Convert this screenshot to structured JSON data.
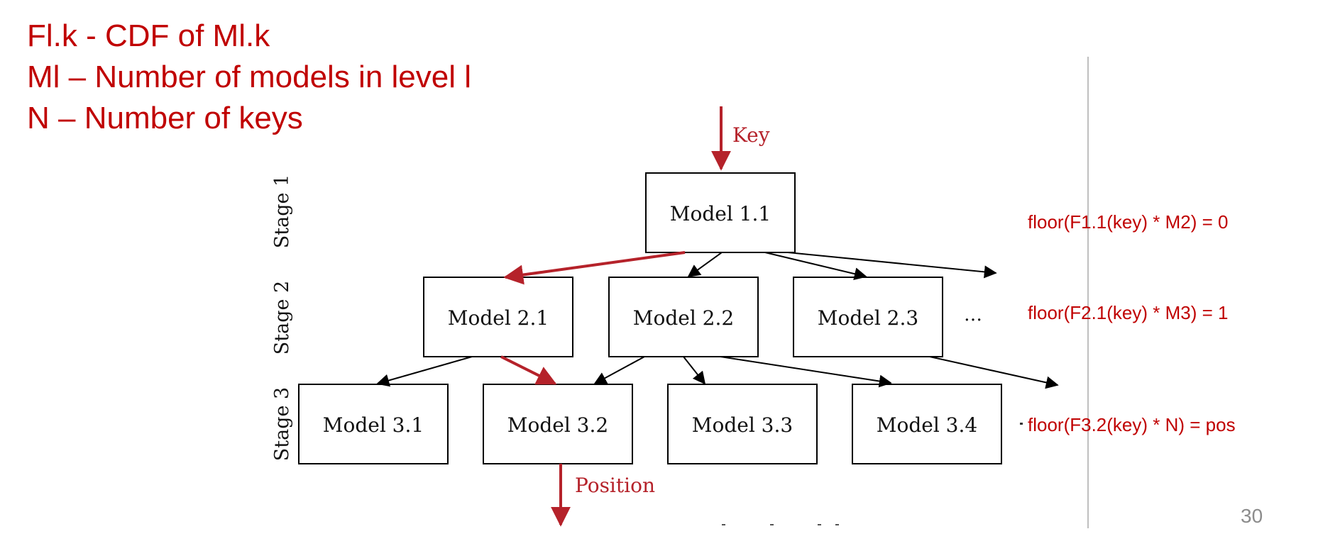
{
  "legend": [
    "Fl.k - CDF of Ml.k",
    "Ml – Number of models in level l",
    "N – Number of keys"
  ],
  "diagram": {
    "input_label": "Key",
    "output_label": "Position",
    "stages": [
      "Stage 1",
      "Stage 2",
      "Stage 3"
    ],
    "models": [
      "Model 1.1",
      "Model 2.1",
      "Model 2.2",
      "Model 2.3",
      "Model 3.1",
      "Model 3.2",
      "Model 3.3",
      "Model 3.4"
    ],
    "ellipsis": "…",
    "formulas": [
      "floor(F1.1(key) * M2) = 0",
      "floor(F2.1(key) * M3) = 1",
      "floor(F3.2(key) * N) = pos"
    ],
    "colors": {
      "text_red": "#c00000",
      "arrow_red": "#b5222a",
      "arrow_black": "#000000",
      "divider": "#bfbfbf",
      "page_number": "#8c8c8c"
    }
  },
  "page_number": "30"
}
